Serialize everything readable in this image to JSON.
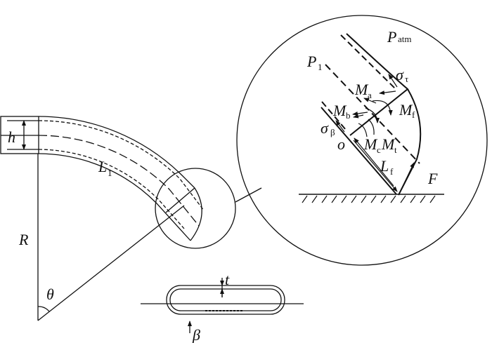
{
  "labels": {
    "h": "h",
    "L1": "L",
    "L1_sub": "1",
    "R": "R",
    "theta": "θ",
    "t": "t",
    "beta": "β",
    "P_atm": "P",
    "P_atm_sub": "atm",
    "P1": "P",
    "P1_sub": "1",
    "sigma_tau": "σ",
    "sigma_tau_sub": "τ",
    "sigma_beta": "σ",
    "sigma_beta_sub": "β",
    "Ma": "M",
    "Ma_sub": "a",
    "Mb": "M",
    "Mb_sub": "b",
    "Mc": "M",
    "Mc_sub": "c",
    "Mt": "M",
    "Mt_sub": "t",
    "Mf": "M",
    "Mf_sub": "f",
    "o": "o",
    "Lf": "L",
    "Lf_sub": "f",
    "F": "F"
  }
}
